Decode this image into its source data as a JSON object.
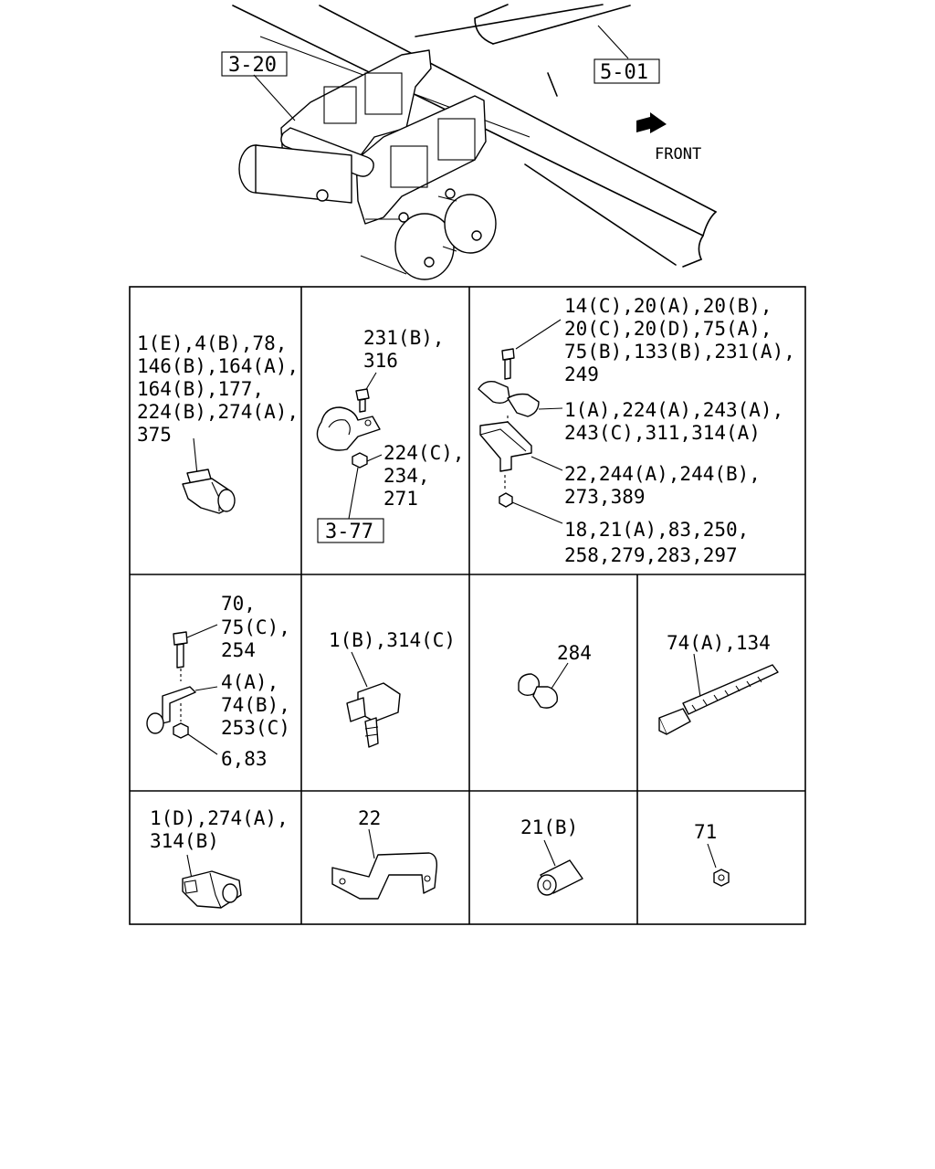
{
  "header_refs": {
    "ref_top_left": "3-20",
    "ref_top_right": "5-01",
    "front_label": "FRONT"
  },
  "cells": {
    "r1c1": {
      "lines": [
        "1(E),4(B),78,",
        "146(B),164(A),",
        "164(B),177,",
        "224(B),274(A),",
        "375"
      ]
    },
    "r1c2": {
      "lines_top": [
        "231(B),",
        "316"
      ],
      "lines_side": [
        "224(C),",
        "234,",
        "271"
      ],
      "ref_box": "3-77"
    },
    "r1c3": {
      "group1": [
        "14(C),20(A),20(B),",
        "20(C),20(D),75(A),",
        "75(B),133(B),231(A),",
        "249"
      ],
      "group2": [
        "1(A),224(A),243(A),",
        "243(C),311,314(A)"
      ],
      "group3": [
        "22,244(A),244(B),",
        "273,389"
      ],
      "group4": [
        "18,21(A),83,250,",
        "258,279,283,297"
      ]
    },
    "r2c1": {
      "group1": [
        "70,",
        "75(C),",
        "254"
      ],
      "group2": [
        "4(A),",
        "74(B),",
        "253(C)"
      ],
      "group3": [
        "6,83"
      ]
    },
    "r2c2": {
      "label": "1(B),314(C)"
    },
    "r2c3": {
      "label": "284"
    },
    "r2c4": {
      "label": "74(A),134"
    },
    "r3c1": {
      "lines": [
        "1(D),274(A),",
        "314(B)"
      ]
    },
    "r3c2": {
      "label": "22"
    },
    "r3c3": {
      "label": "21(B)"
    },
    "r3c4": {
      "label": "71"
    }
  },
  "icons": [
    "tank-assembly-drawing",
    "front-arrow-icon",
    "clip-icon",
    "clamp-icon",
    "bolt-icon",
    "bracket-icon",
    "nut-icon",
    "clip-pin-icon",
    "hose-clip-icon",
    "cable-tie-icon",
    "clip-d-icon",
    "bracket-22-icon",
    "spacer-icon",
    "nut-71-icon"
  ]
}
